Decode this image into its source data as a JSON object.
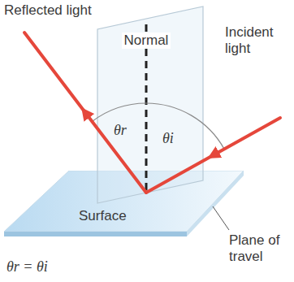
{
  "diagram": {
    "nodes": [
      {
        "text": [
          "Surface"
        ]
      }
    ],
    "labels": [
      "Reflected light",
      "Normal",
      "Incident light",
      "θr",
      "θi",
      "Plane of travel",
      "θr = θi"
    ]
  }
}
